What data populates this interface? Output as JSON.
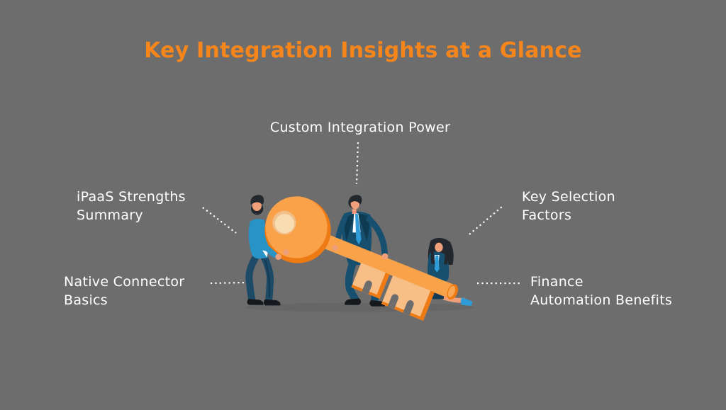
{
  "title": "Key Integration Insights at a Glance",
  "labels": {
    "top": {
      "lines": [
        "Custom Integration Power",
        ""
      ]
    },
    "left_upper": {
      "lines": [
        "iPaaS Strengths",
        "Summary"
      ]
    },
    "left_lower": {
      "lines": [
        "Native Connector",
        "Basics"
      ]
    },
    "right_upper": {
      "lines": [
        "Key Selection",
        "Factors"
      ]
    },
    "right_lower": {
      "lines": [
        "Finance",
        "Automation Benefits"
      ]
    }
  },
  "colors": {
    "background": "#6E6D6D",
    "title_orange": "#F6861C",
    "label_text": "#FFFFFF",
    "connector_dotted": "#FFFFFF",
    "key_orange": "#F9A24A",
    "key_dark_orange": "#EE7A14",
    "key_light_peach": "#F7BE85",
    "key_hole_cream": "#F8DCB2",
    "suit_navy": "#17506F",
    "lapel_dark": "#0E3A52",
    "shirt_blue": "#2793C6",
    "pants_navy": "#1D4A66",
    "tie_heel_blue": "#2F9CD8",
    "skin": "#EFA07A",
    "hair": "#23272E",
    "ground_shadow": "#676666"
  },
  "illustration": {
    "name": "three-people-carrying-giant-key",
    "description": "Two businessmen and one businesswoman lifting a giant orange key"
  }
}
